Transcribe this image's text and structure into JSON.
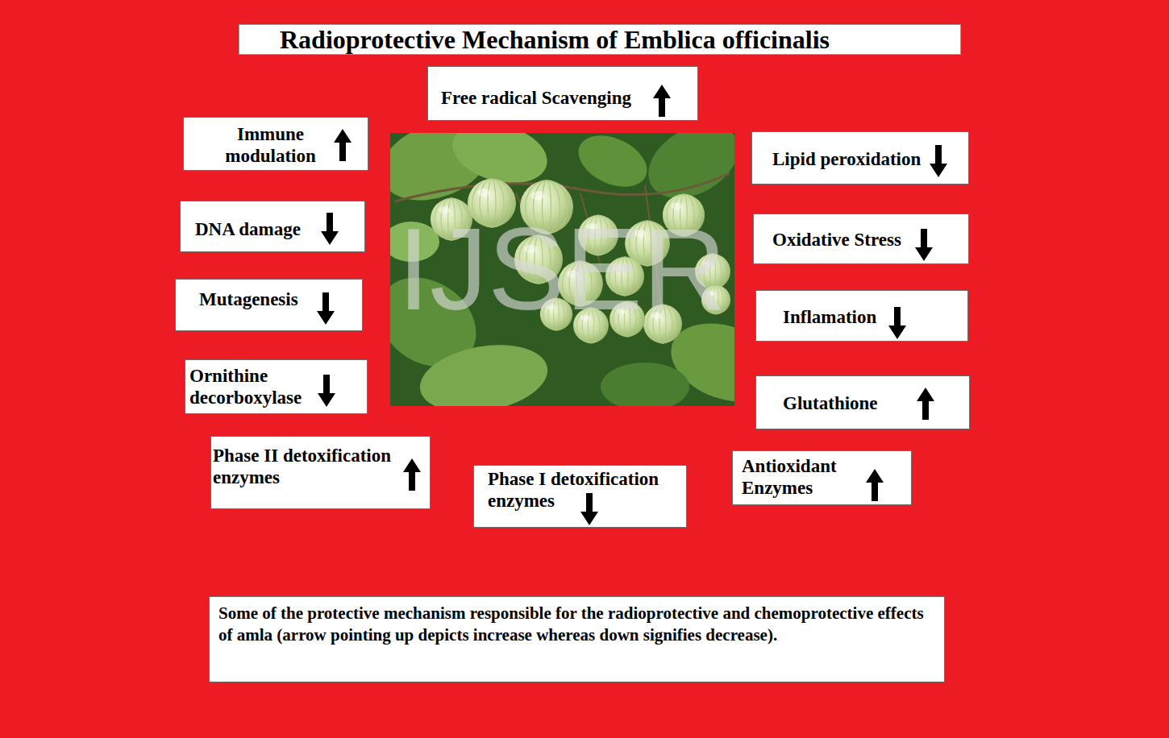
{
  "diagram": {
    "title": "Radioprotective Mechanism of Emblica officinalis",
    "caption": "Some of the protective mechanism responsible for the radioprotective and chemoprotective effects of amla (arrow pointing up depicts increase whereas down signifies decrease).",
    "nodes": [
      {
        "text": [
          "Free radical Scavenging"
        ]
      },
      {
        "text": [
          "Immune modulation"
        ]
      },
      {
        "text": [
          "Lipid peroxidation"
        ]
      },
      {
        "text": [
          "DNA damage"
        ]
      },
      {
        "text": [
          "Oxidative Stress"
        ]
      },
      {
        "text": [
          "Mutagenesis"
        ]
      },
      {
        "text": [
          "Inflamation"
        ]
      },
      {
        "text": [
          "Ornithine decorboxylase"
        ]
      },
      {
        "text": [
          "Glutathione"
        ]
      },
      {
        "text": [
          "Phase II detoxification enzymes"
        ]
      },
      {
        "text": [
          "Phase I detoxification enzymes"
        ]
      },
      {
        "text": [
          "Antioxidant Enzymes"
        ]
      }
    ],
    "labels": [
      "IJSER"
    ]
  }
}
